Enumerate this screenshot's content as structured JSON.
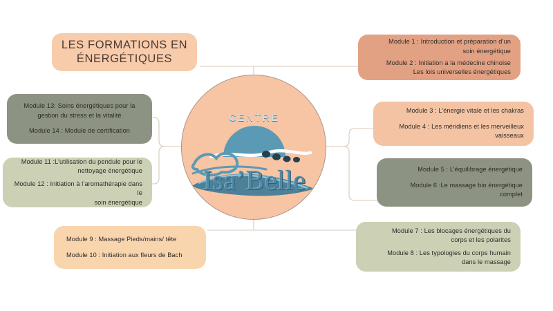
{
  "title": {
    "line1": "LES FORMATIONS EN",
    "line2": "ÉNERGÉTIQUES"
  },
  "logo": {
    "centre_text": "CENTRE",
    "name_text": "Isa’Belle",
    "circle_color": "#f7c4a4",
    "logo_blue": "#5b9ab5"
  },
  "colors": {
    "salmon": "#e2a183",
    "peach": "#f3c3a3",
    "apricot": "#f9d5ae",
    "olive": "#8d9382",
    "sage": "#ccd0b4",
    "title_bg": "#f8cbab",
    "connector": "#d9cabc"
  },
  "nodes": [
    {
      "id": "modules-1-2",
      "color": "salmon",
      "align": "right",
      "lines": [
        "Module 1 : Introduction et préparation d’un",
        "soin énergétique",
        "Module 2 : Initiation a la médecine chinoise",
        "Les lois universelles énergétiques"
      ]
    },
    {
      "id": "modules-3-4",
      "color": "peach",
      "align": "right",
      "lines": [
        "Module 3 : L’énergie vitale et les chakras",
        "Module 4 : Les méridiens et les merveilleux",
        "vaisseaux"
      ]
    },
    {
      "id": "modules-5-6",
      "color": "olive",
      "align": "right",
      "lines": [
        "Module 5 : L’équilibrage énergétique",
        "Module 6 :Le massage bio énergétique",
        "complet"
      ]
    },
    {
      "id": "modules-7-8",
      "color": "sage",
      "align": "right",
      "lines": [
        "Module 7 : Les blocages énergétiques du",
        "corps et les polarites",
        "Module 8 : Les typologies du corps humain",
        "dans le massage"
      ]
    },
    {
      "id": "modules-9-10",
      "color": "apricot",
      "align": "left",
      "lines": [
        "Module 9 : Massage Pieds/mains/ tête",
        "Module 10 : Initiation aux fleurs de Bach"
      ]
    },
    {
      "id": "modules-11-12",
      "color": "sage",
      "align": "right",
      "lines": [
        "Module 11 :L’utilisation du pendule pour le",
        "nettoyage énergétique",
        "Module 12 : Initiation à l’aromathérapie dans le",
        "soin énergétique"
      ]
    },
    {
      "id": "modules-13-14",
      "color": "olive",
      "align": "right",
      "lines": [
        "Module 13: Soins énergétiques pour la",
        "gestion du stress et la vitalité",
        "Module 14 : Module de certification"
      ]
    }
  ]
}
